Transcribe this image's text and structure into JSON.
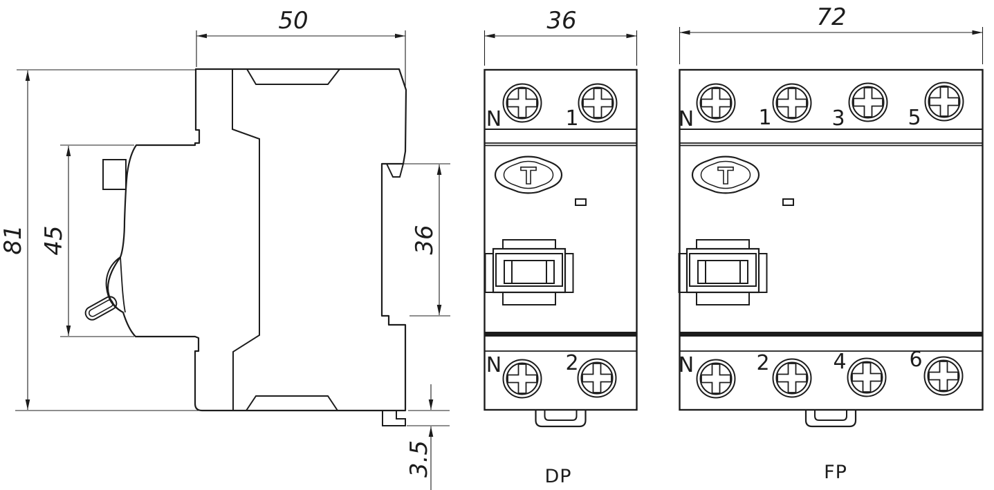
{
  "drawing": {
    "type": "technical-dimension-drawing",
    "colors": {
      "line": "#1c1c1c",
      "background": "#ffffff"
    },
    "side_view": {
      "dim_width": "50",
      "dim_height": "81",
      "dim_front_height": "45",
      "dim_rail_recess": "36",
      "dim_clip_offset": "3.5"
    },
    "dp_view": {
      "caption": "DP",
      "dim_width": "36",
      "top_terminals": [
        "N",
        "1"
      ],
      "bottom_terminals": [
        "N",
        "2"
      ],
      "test_symbol": "T"
    },
    "fp_view": {
      "caption": "FP",
      "dim_width": "72",
      "top_terminals": [
        "N",
        "1",
        "3",
        "5"
      ],
      "bottom_terminals": [
        "N",
        "2",
        "4",
        "6"
      ],
      "test_symbol": "T"
    }
  }
}
